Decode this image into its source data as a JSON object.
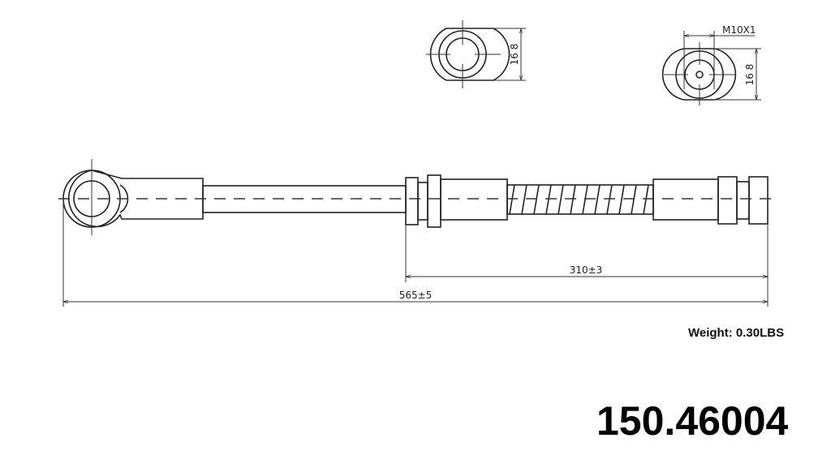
{
  "drawing": {
    "overall_length": "565±5",
    "hose_length": "310±3",
    "banjo_end_height": "16 8",
    "fitting_end_height": "16 8",
    "thread": "M10X1"
  },
  "weight": "Weight: 0.30LBS",
  "part_number": "150.46004"
}
